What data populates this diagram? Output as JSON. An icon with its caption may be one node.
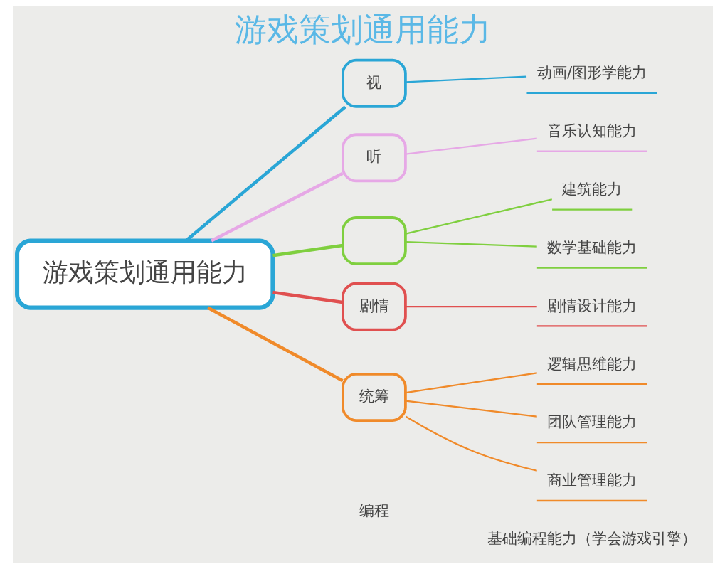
{
  "diagram": {
    "title": "游戏策划通用能力",
    "nodes": [
      {
        "text": [
          "游戏策划通用能力"
        ]
      },
      {
        "text": [
          "视"
        ]
      },
      {
        "text": [
          "动画/图形学能力"
        ]
      },
      {
        "text": [
          "听"
        ]
      },
      {
        "text": [
          "音乐认知能力"
        ]
      },
      {
        "text": [],
        "shape": "box"
      },
      {
        "text": [
          "建筑能力"
        ]
      },
      {
        "text": [
          "数学基础能力"
        ]
      },
      {
        "text": [
          "剧情"
        ]
      },
      {
        "text": [
          "剧情设计能力"
        ]
      },
      {
        "text": [
          "统筹"
        ]
      },
      {
        "text": [
          "逻辑思维能力"
        ]
      },
      {
        "text": [
          "团队管理能力"
        ]
      },
      {
        "text": [
          "商业管理能力"
        ]
      },
      {
        "text": [
          "编程"
        ]
      },
      {
        "text": [
          "基础编程能力（学会游戏引擎）"
        ]
      }
    ],
    "edges": [
      {
        "from": 0,
        "to": 1,
        "arrow": "none",
        "style": "thick",
        "color": "#2aa6d6"
      },
      {
        "from": 1,
        "to": 2,
        "arrow": "none",
        "color": "#2aa6d6"
      },
      {
        "from": 0,
        "to": 3,
        "arrow": "none",
        "style": "thick",
        "color": "#e6a8e6"
      },
      {
        "from": 3,
        "to": 4,
        "arrow": "none",
        "color": "#e6a8e6"
      },
      {
        "from": 0,
        "to": 5,
        "arrow": "none",
        "style": "thick",
        "color": "#7fcf3f"
      },
      {
        "from": 5,
        "to": 6,
        "arrow": "none",
        "color": "#7fcf3f"
      },
      {
        "from": 5,
        "to": 7,
        "arrow": "none",
        "color": "#7fcf3f"
      },
      {
        "from": 0,
        "to": 8,
        "arrow": "none",
        "style": "thick",
        "color": "#e05050"
      },
      {
        "from": 8,
        "to": 9,
        "arrow": "none",
        "color": "#e05050"
      },
      {
        "from": 0,
        "to": 10,
        "arrow": "none",
        "style": "thick",
        "color": "#f08a2a"
      },
      {
        "from": 10,
        "to": 11,
        "arrow": "none",
        "color": "#f08a2a"
      },
      {
        "from": 10,
        "to": 12,
        "arrow": "none",
        "color": "#f08a2a"
      },
      {
        "from": 10,
        "to": 13,
        "arrow": "none",
        "color": "#f08a2a"
      }
    ]
  }
}
